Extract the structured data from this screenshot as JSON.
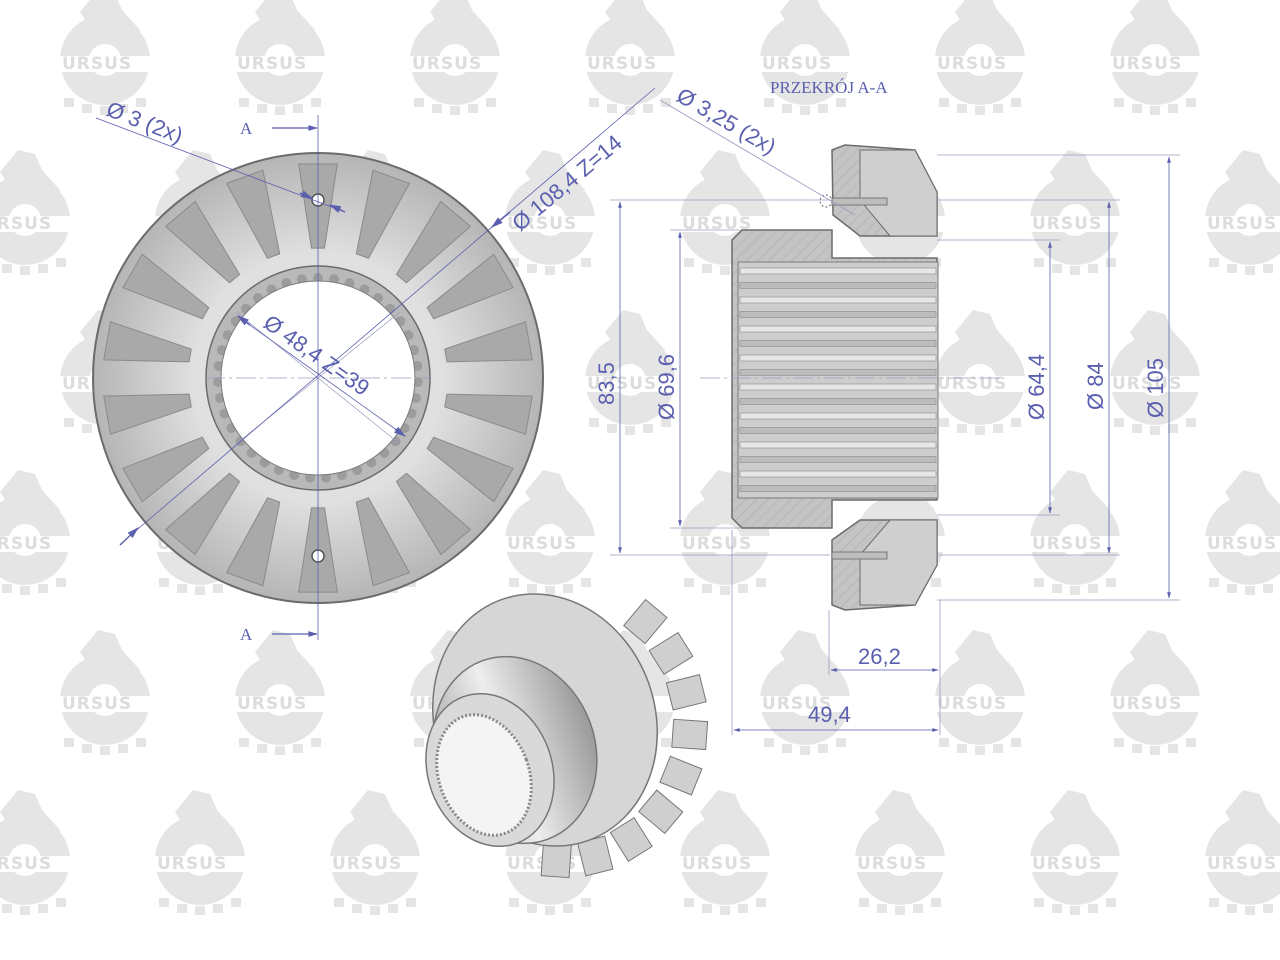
{
  "drawing": {
    "section_title": "PRZEKRÓJ A-A",
    "section_marker": "A",
    "watermark_text": "URSUS",
    "colors": {
      "dimension": "#5a5fae",
      "part_fill": "#c9c9c9",
      "part_dark": "#8e8e8e",
      "outline": "#6b6b6b",
      "watermark": "#e3e3e3",
      "background": "#ffffff"
    }
  },
  "front_view": {
    "hole_dim": "Ø 3 (2x)",
    "outer_dim": "Ø 108,4  Z=14",
    "spline_dim": "Ø 48,4  Z=39"
  },
  "section_view": {
    "hole_dim": "Ø 3,25 (2x)",
    "dims": {
      "d_83_5": "83,5",
      "d_69_6": "Ø 69,6",
      "d_64_4": "Ø 64,4",
      "d_84": "Ø 84",
      "d_105": "Ø 105",
      "w_26_2": "26,2",
      "w_49_4": "49,4"
    }
  }
}
